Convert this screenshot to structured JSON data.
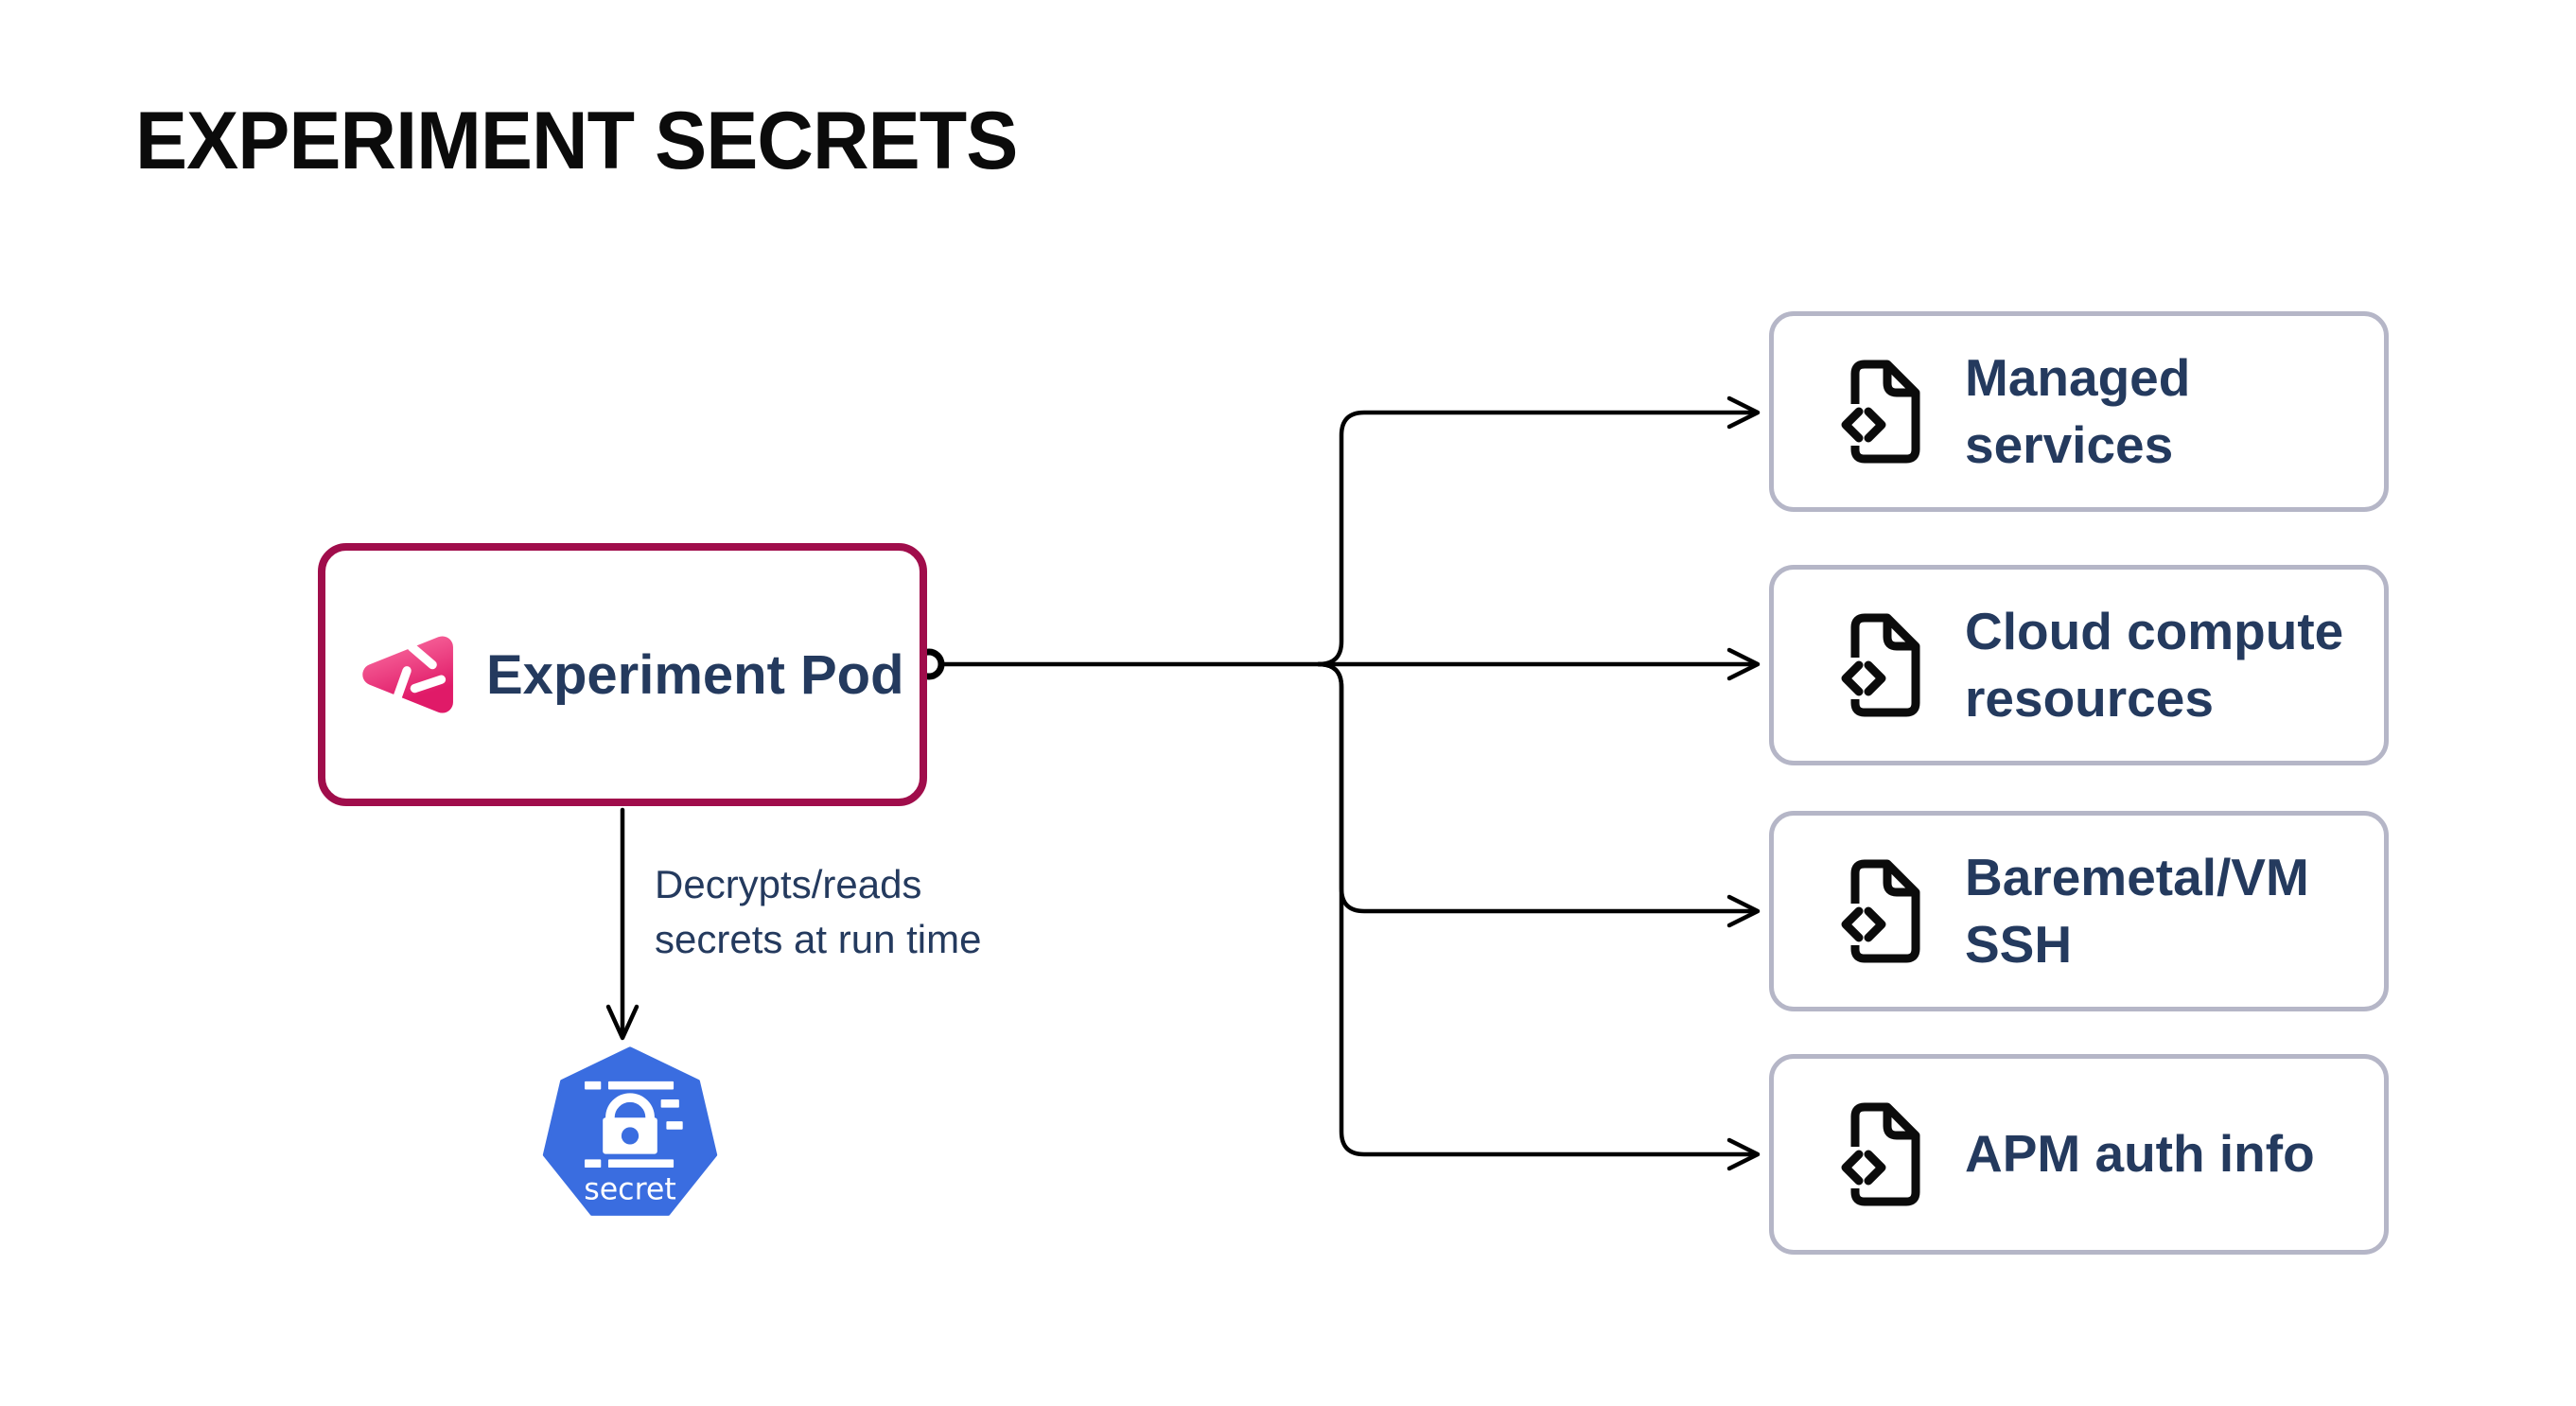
{
  "title": "EXPERIMENT SECRETS",
  "pod": {
    "label": "Experiment Pod"
  },
  "edge_annotation": {
    "line1": "Decrypts/reads",
    "line2": "secrets at run time"
  },
  "secret_node": {
    "label": "secret"
  },
  "targets": [
    {
      "label": "Managed services"
    },
    {
      "label": "Cloud compute resources"
    },
    {
      "label": "Baremetal/VM SSH"
    },
    {
      "label": "APM auth info"
    }
  ],
  "colors": {
    "title_color": "#0b0b0b",
    "navy": "#243a5e",
    "pod_border": "#a00d4b",
    "box_border": "#b5b6c7",
    "line": "#000000",
    "k8s_blue": "#3a6de0",
    "pink_top": "#f8679c",
    "pink_bottom": "#e01a68"
  }
}
